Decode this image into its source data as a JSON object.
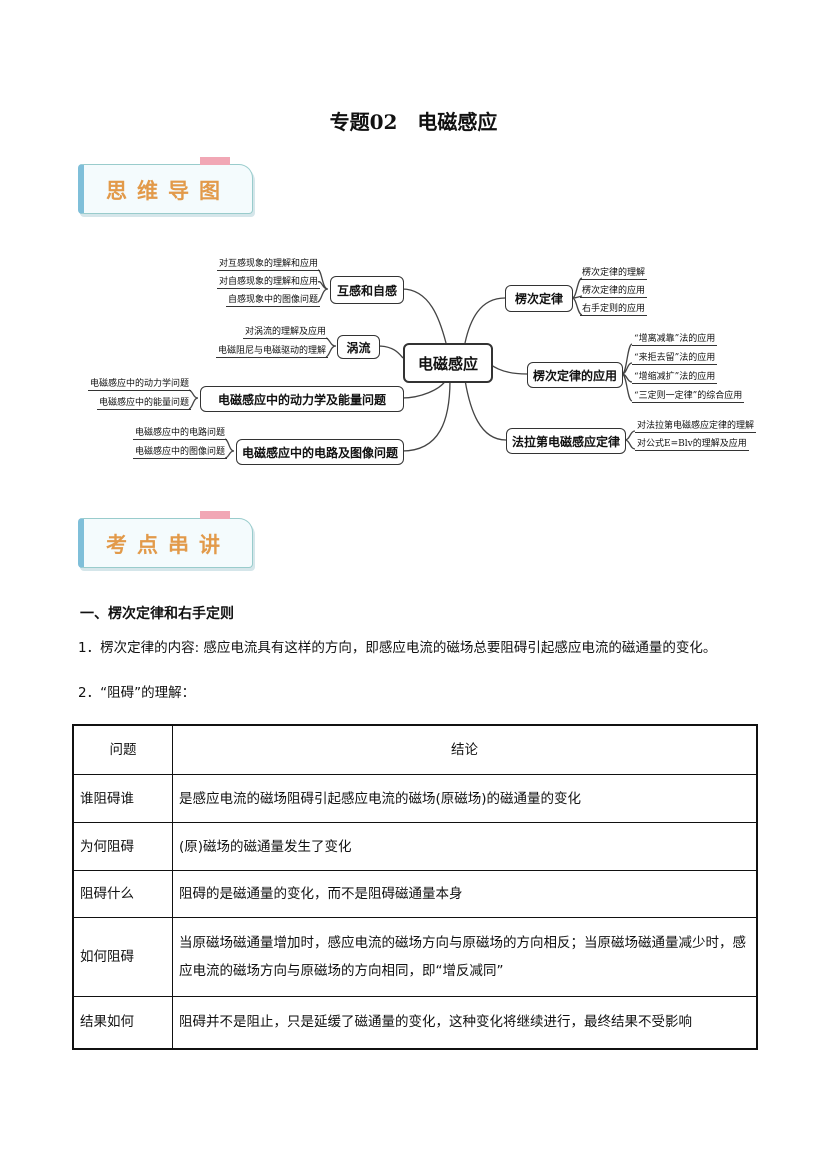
{
  "title": "专题02　电磁感应",
  "banners": {
    "mindmap": "思维导图",
    "points": "考点串讲"
  },
  "mindmap": {
    "center": "电磁感应",
    "branches": [
      {
        "label": "互感和自感",
        "leaves": [
          "对互感现象的理解和应用",
          "对自感现象的理解和应用",
          "自感现象中的图像问题"
        ]
      },
      {
        "label": "涡流",
        "leaves": [
          "对涡流的理解及应用",
          "电磁阻尼与电磁驱动的理解"
        ]
      },
      {
        "label": "电磁感应中的动力学及能量问题",
        "leaves": [
          "电磁感应中的动力学问题",
          "电磁感应中的能量问题"
        ]
      },
      {
        "label": "电磁感应中的电路及图像问题",
        "leaves": [
          "电磁感应中的电路问题",
          "电磁感应中的图像问题"
        ]
      },
      {
        "label": "楞次定律",
        "leaves": [
          "楞次定律的理解",
          "楞次定律的应用",
          "右手定则的应用"
        ]
      },
      {
        "label": "楞次定律的应用",
        "leaves": [
          "“增离减靠”法的应用",
          "“来拒去留”法的应用",
          "“增缩减扩”法的应用",
          "“三定则一定律”的综合应用"
        ]
      },
      {
        "label": "法拉第电磁感应定律",
        "leaves": [
          "对法拉第电磁感应定律的理解",
          "对公式E=Blv的理解及应用"
        ]
      }
    ]
  },
  "section1": {
    "heading": "一、楞次定律和右手定则",
    "p1": "1．楞次定律的内容: 感应电流具有这样的方向，即感应电流的磁场总要阻碍引起感应电流的磁通量的变化。",
    "p2": "2．“阻碍”的理解："
  },
  "table": {
    "headers": [
      "问题",
      "结论"
    ],
    "rows": [
      [
        "谁阻碍谁",
        "是感应电流的磁场阻碍引起感应电流的磁场(原磁场)的磁通量的变化"
      ],
      [
        "为何阻碍",
        "(原)磁场的磁通量发生了变化"
      ],
      [
        "阻碍什么",
        "阻碍的是磁通量的变化，而不是阻碍磁通量本身"
      ],
      [
        "如何阻碍",
        "当原磁场磁通量增加时，感应电流的磁场方向与原磁场的方向相反；当原磁场磁通量减少时，感应电流的磁场方向与原磁场的方向相同，即“增反减同”"
      ],
      [
        "结果如何",
        "阻碍并不是阻止，只是延缓了磁通量的变化，这种变化将继续进行，最终结果不受影响"
      ]
    ]
  }
}
